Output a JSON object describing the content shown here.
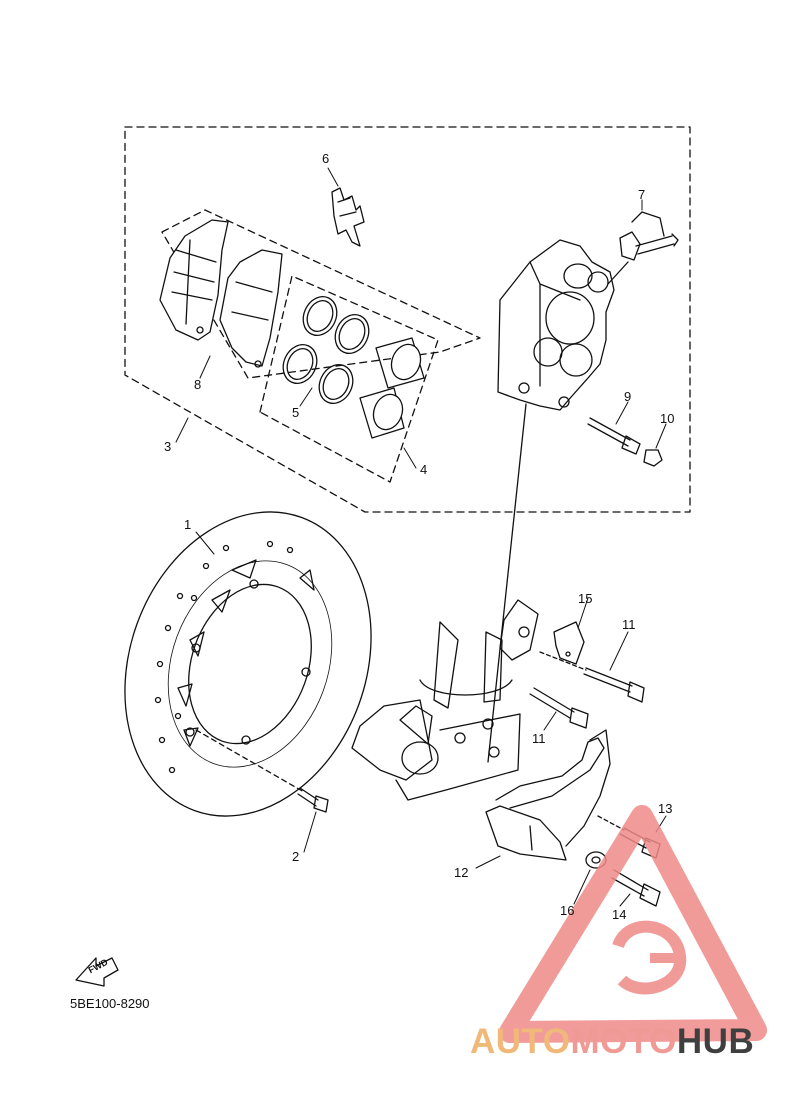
{
  "callouts": [
    {
      "id": "1",
      "text": "1"
    },
    {
      "id": "2",
      "text": "2"
    },
    {
      "id": "3",
      "text": "3"
    },
    {
      "id": "4",
      "text": "4"
    },
    {
      "id": "5",
      "text": "5"
    },
    {
      "id": "6",
      "text": "6"
    },
    {
      "id": "7",
      "text": "7"
    },
    {
      "id": "8",
      "text": "8"
    },
    {
      "id": "9",
      "text": "9"
    },
    {
      "id": "10",
      "text": "10"
    },
    {
      "id": "11a",
      "text": "11"
    },
    {
      "id": "11b",
      "text": "11"
    },
    {
      "id": "12",
      "text": "12"
    },
    {
      "id": "13",
      "text": "13"
    },
    {
      "id": "14",
      "text": "14"
    },
    {
      "id": "15",
      "text": "15"
    },
    {
      "id": "16",
      "text": "16"
    }
  ],
  "fwd_label": "FWD",
  "diagram_code": "5BE100-8290",
  "watermark": {
    "part1": "AUTO",
    "part2": "MOTO",
    "part3": "HUB",
    "color1": "#f0b97a",
    "color2": "#ef9a95",
    "color3": "#3f3f3f"
  }
}
